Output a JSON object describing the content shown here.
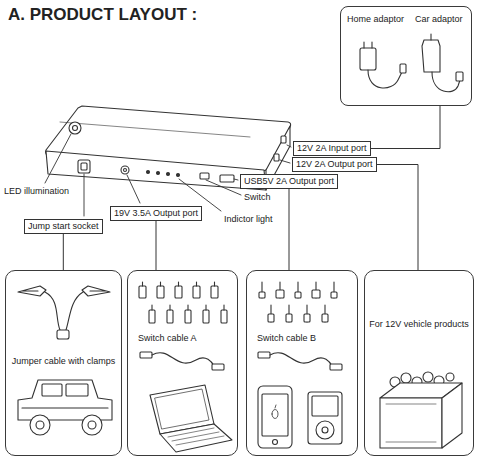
{
  "diagram": {
    "title": "A. PRODUCT LAYOUT :",
    "nodes": [
      {
        "text": [
          "Home adaptor",
          "Car adaptor"
        ]
      },
      {
        "text": [
          "12V 2A Input port"
        ]
      },
      {
        "text": [
          "12V 2A Output port"
        ]
      },
      {
        "text": [
          "USB5V 2A Output port"
        ]
      },
      {
        "text": [
          "Jump start socket"
        ]
      },
      {
        "text": [
          "19V 3.5A Output port"
        ]
      },
      {
        "text": [
          "Jumper cable with clamps"
        ]
      },
      {
        "text": [
          "Switch cable A"
        ]
      },
      {
        "text": [
          "Switch cable B"
        ]
      },
      {
        "text": [
          "For 12V vehicle products"
        ]
      }
    ],
    "edges": [
      {
        "from": 1,
        "to": 0,
        "arrow": "none"
      },
      {
        "from": 2,
        "to": 9,
        "arrow": "none"
      },
      {
        "from": 3,
        "to": 8,
        "arrow": "none"
      },
      {
        "from": 5,
        "to": 7,
        "arrow": "none"
      },
      {
        "from": 4,
        "to": 6,
        "arrow": "none"
      }
    ],
    "labels": [
      "LED illumination",
      "Switch",
      "Indictor light"
    ]
  }
}
